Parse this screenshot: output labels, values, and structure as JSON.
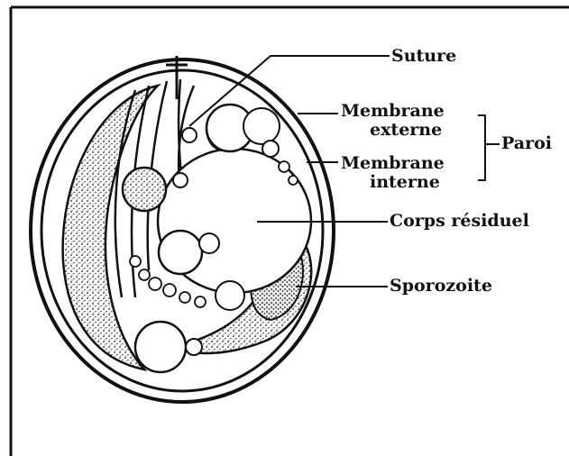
{
  "diagram": {
    "labels": {
      "suture": "Suture",
      "membrane_externe_line1": "Membrane",
      "membrane_externe_line2": "externe",
      "membrane_interne_line1": "Membrane",
      "membrane_interne_line2": "interne",
      "paroi": "Paroi",
      "corps_residuel": "Corps résiduel",
      "sporozoite": "Sporozoite"
    }
  }
}
